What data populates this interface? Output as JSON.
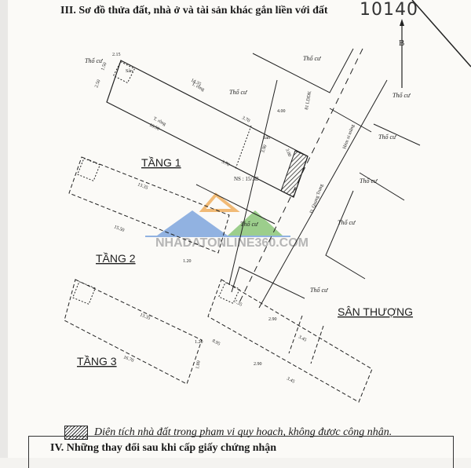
{
  "section3_title": "III. Sơ đồ thửa đất, nhà ở và tài sản khác gắn liền với đất",
  "handwritten_number": "10140",
  "north_label": "B",
  "neighbor_label": "Thổ cư",
  "floors": {
    "f1": "TẦNG 1",
    "f2": "TẦNG 2",
    "f3": "TẦNG 3",
    "roof": "SÂN THƯỢNG"
  },
  "labels": {
    "san": "Sân",
    "t_rong": "T. rông",
    "hem": "Hẻm",
    "ns": "NS : 15/3B",
    "road": "Hẻm xi măng",
    "road2": "Đ. Quang Trung",
    "code": "81 LDDK",
    "d215": "2.15",
    "d150": "1.50",
    "d250": "2.50",
    "d1435": "14.35",
    "d1650": "16.50",
    "d370": "3.70",
    "d400": "4.00",
    "d300": "3.00",
    "d390": "3.90",
    "d1335": "13.35",
    "d1550": "15.50",
    "d120": "1.20",
    "d180": "1.80",
    "d1670": "16.70",
    "d735": "7.35",
    "d895": "8.95",
    "d290": "2.90",
    "d345": "3.45"
  },
  "watermark": "NHADATONLINE360.COM",
  "watermark_colors": {
    "blue": "#7fa6de",
    "orange": "#f0b060",
    "green": "#8cc77a"
  },
  "legend_text": "Diện tích nhà đất trong phạm vi quy hoạch, không được công nhận.",
  "section4_title": "IV. Những thay đổi sau khi cấp giấy chứng nhận"
}
